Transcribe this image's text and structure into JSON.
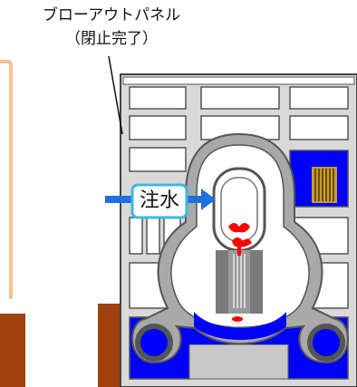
{
  "blowout_panel": {
    "title": "ブローアウトパネル",
    "status": "（閉止完了）"
  },
  "injection": {
    "label": "注水"
  },
  "colors": {
    "building_fill": "#d9d9d9",
    "building_stroke": "#444444",
    "water": "#0000ff",
    "arrow": "#1f6fe0",
    "label_border": "#3fb6e6",
    "foundation": "#a0410d",
    "containment_wall": "#6a6a6a",
    "heat": "#ff0000",
    "fuel_pool_rack": "#c89b2a",
    "adjacent_building": "#f5c490"
  },
  "icons": {
    "injection_arrow": "arrow-right-icon",
    "pointer_arrow": "arrow-right-icon"
  }
}
